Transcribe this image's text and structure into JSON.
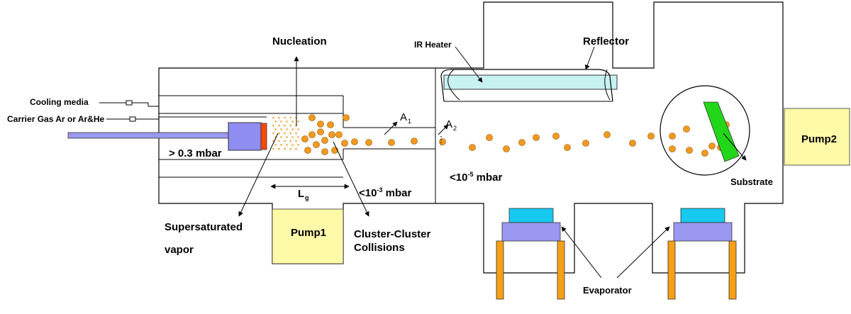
{
  "labels": {
    "cooling_media": "Cooling media",
    "carrier_gas": "Carrier Gas Ar or Ar&He",
    "nucleation": "Nucleation",
    "ir_heater": "IR Heater",
    "reflector": "Reflector",
    "pressure_source": "> 0.3 mbar",
    "lg_main": "L",
    "lg_sub": "g",
    "pressure_aggregation_main": "<10",
    "pressure_aggregation_exp": "-3",
    "pressure_aggregation_unit": " mbar",
    "pressure_deposition_main": "<10",
    "pressure_deposition_exp": "-5",
    "pressure_deposition_unit": " mbar",
    "a1_main": "A",
    "a1_sub": "1",
    "a2_main": "A",
    "a2_sub": "2",
    "supersaturated_line1": "Supersaturated",
    "supersaturated_line2": "vapor",
    "pump1": "Pump1",
    "pump2": "Pump2",
    "cluster_line1": "Cluster-Cluster",
    "cluster_line2": "Collisions",
    "substrate": "Substrate",
    "evaporator": "Evaporator"
  },
  "colors": {
    "particle": "#f39a1e",
    "particle_stroke": "#8a4b00",
    "pump_fill": "#fffaa8",
    "magnetron_fill": "#8f8cf2",
    "rod_fill": "#9a98ef",
    "target_fill": "#ff4a00",
    "heater_fill": "#c8f2f2",
    "evap_top_fill": "#17c8ef",
    "evap_mid_fill": "#9a98f0",
    "evap_leg_fill": "#f6a016",
    "substrate_fill": "#22d61a"
  }
}
